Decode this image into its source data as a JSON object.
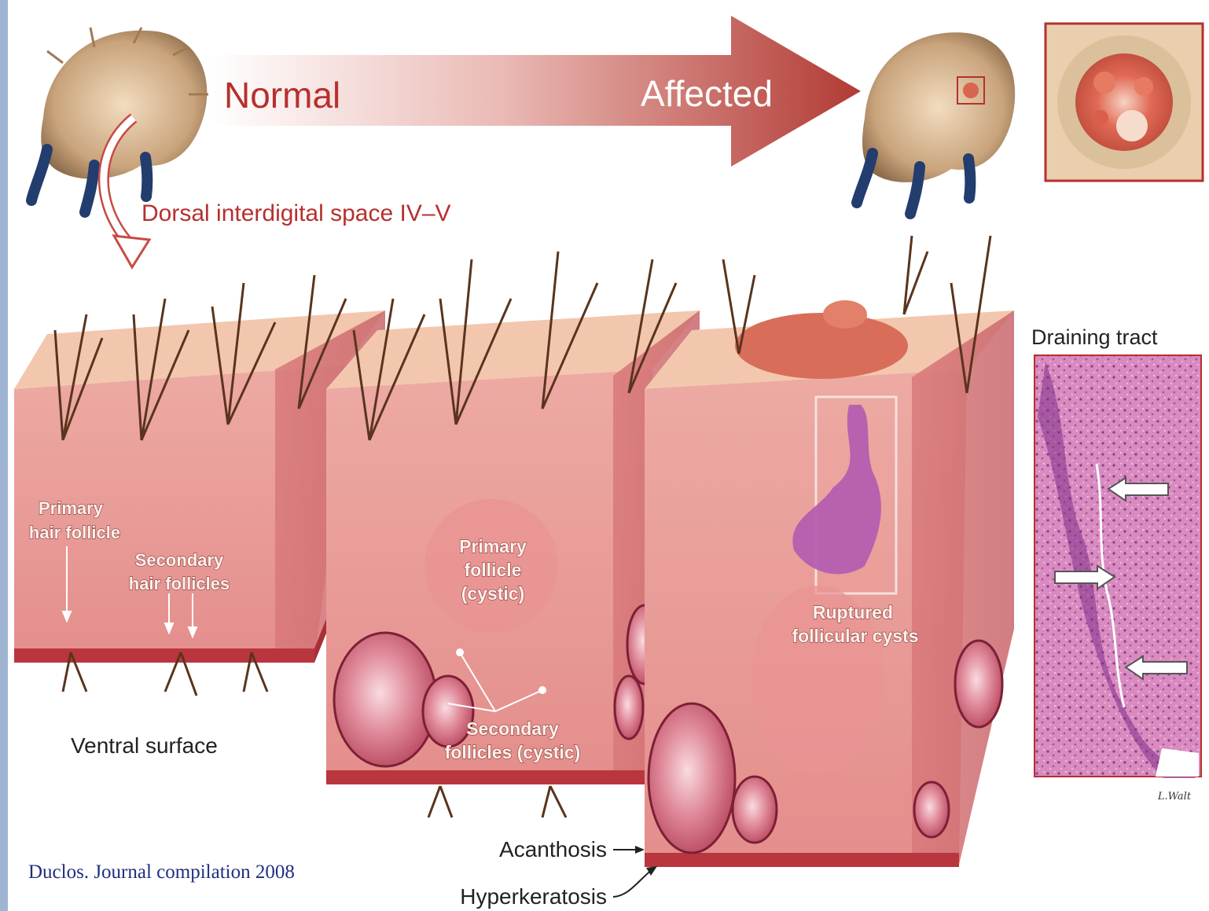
{
  "arrow": {
    "left_label": "Normal",
    "right_label": "Affected"
  },
  "location_label": "Dorsal interdigital space IV–V",
  "blocks": {
    "normal": {
      "primary_label_line1": "Primary",
      "primary_label_line2": "hair follicle",
      "secondary_label_line1": "Secondary",
      "secondary_label_line2": "hair follicles",
      "ventral_label": "Ventral surface"
    },
    "cystic": {
      "primary_line1": "Primary",
      "primary_line2": "follicle",
      "primary_line3": "(cystic)",
      "secondary_line1": "Secondary",
      "secondary_line2": "follicles (cystic)"
    },
    "ruptured": {
      "label_line1": "Ruptured",
      "label_line2": "follicular cysts",
      "acanthosis": "Acanthosis",
      "hyperkeratosis": "Hyperkeratosis"
    }
  },
  "histology": {
    "title": "Draining tract",
    "signature": "L.Walt"
  },
  "citation": "Duclos. Journal compilation 2008",
  "colors": {
    "skin_top": "#f2c7ae",
    "skin_front": "#e9a39f",
    "skin_side": "#d9807f",
    "cyst": "#cc5f72",
    "histo": "#c86aa8",
    "label_red": "#b5302f",
    "citation_blue": "#1f2f80"
  },
  "icons": [
    "paw-normal-icon",
    "paw-affected-icon",
    "lesion-closeup-icon",
    "curved-arrow-icon"
  ]
}
